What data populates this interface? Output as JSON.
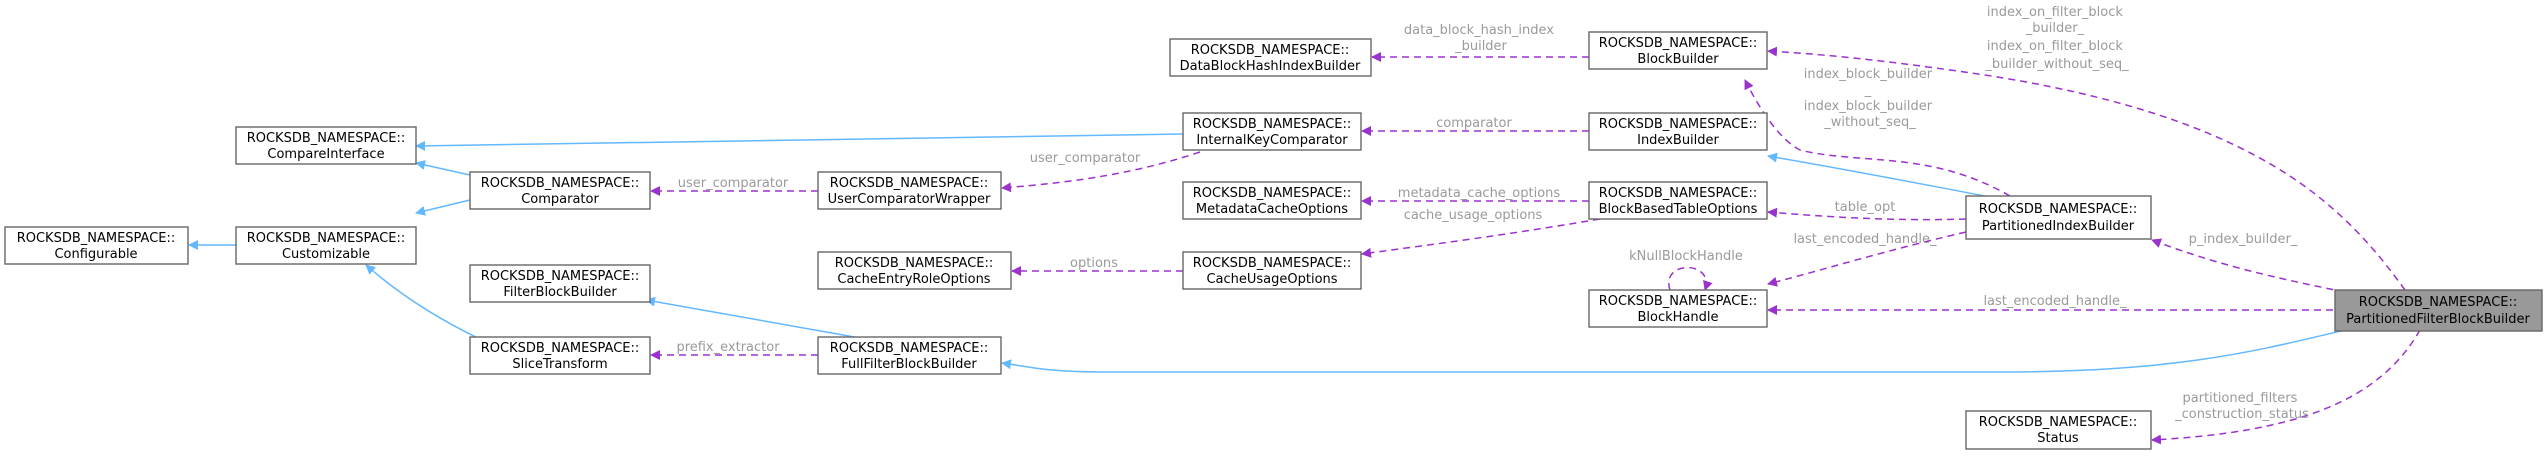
{
  "colors": {
    "inheritance": "#63b8ff",
    "usage": "#9a32cd",
    "label": "#9a9a9a",
    "highlight_fill": "#999999"
  },
  "nodes": {
    "configurable": [
      "ROCKSDB_NAMESPACE::",
      "Configurable"
    ],
    "customizable": [
      "ROCKSDB_NAMESPACE::",
      "Customizable"
    ],
    "compare_interface": [
      "ROCKSDB_NAMESPACE::",
      "CompareInterface"
    ],
    "comparator": [
      "ROCKSDB_NAMESPACE::",
      "Comparator"
    ],
    "filter_block_builder": [
      "ROCKSDB_NAMESPACE::",
      "FilterBlockBuilder"
    ],
    "slice_transform": [
      "ROCKSDB_NAMESPACE::",
      "SliceTransform"
    ],
    "user_comparator_wrapper": [
      "ROCKSDB_NAMESPACE::",
      "UserComparatorWrapper"
    ],
    "cache_entry_role_options": [
      "ROCKSDB_NAMESPACE::",
      "CacheEntryRoleOptions"
    ],
    "full_filter_block_builder": [
      "ROCKSDB_NAMESPACE::",
      "FullFilterBlockBuilder"
    ],
    "data_block_hash_index_builder": [
      "ROCKSDB_NAMESPACE::",
      "DataBlockHashIndexBuilder"
    ],
    "internal_key_comparator": [
      "ROCKSDB_NAMESPACE::",
      "InternalKeyComparator"
    ],
    "metadata_cache_options": [
      "ROCKSDB_NAMESPACE::",
      "MetadataCacheOptions"
    ],
    "cache_usage_options": [
      "ROCKSDB_NAMESPACE::",
      "CacheUsageOptions"
    ],
    "block_builder": [
      "ROCKSDB_NAMESPACE::",
      "BlockBuilder"
    ],
    "index_builder": [
      "ROCKSDB_NAMESPACE::",
      "IndexBuilder"
    ],
    "block_based_table_options": [
      "ROCKSDB_NAMESPACE::",
      "BlockBasedTableOptions"
    ],
    "block_handle": [
      "ROCKSDB_NAMESPACE::",
      "BlockHandle"
    ],
    "partitioned_index_builder": [
      "ROCKSDB_NAMESPACE::",
      "PartitionedIndexBuilder"
    ],
    "status": [
      "ROCKSDB_NAMESPACE::",
      "Status"
    ],
    "partitioned_filter_block_builder": [
      "ROCKSDB_NAMESPACE::",
      "PartitionedFilterBlockBuilder"
    ]
  },
  "labels": {
    "data_block_hash_index_builder": [
      "data_block_hash_index",
      "_builder"
    ],
    "comparator": [
      "comparator"
    ],
    "user_comparator": [
      "user_comparator"
    ],
    "user_comparator2": [
      "user_comparator"
    ],
    "metadata_cache_options": [
      "metadata_cache_options"
    ],
    "cache_usage_options": [
      "cache_usage_options"
    ],
    "options": [
      "options"
    ],
    "prefix_extractor": [
      "prefix_extractor"
    ],
    "index_block_builder": [
      "index_block_builder",
      "_",
      "index_block_builder",
      "_without_seq_"
    ],
    "table_opt": [
      "table_opt"
    ],
    "k_null_block_handle": [
      "kNullBlockHandle"
    ],
    "last_encoded_handle_pib": [
      "last_encoded_handle_"
    ],
    "index_on_filter_block_builder": [
      "index_on_filter_block",
      "_builder_",
      "index_on_filter_block",
      "_builder_without_seq_"
    ],
    "p_index_builder": [
      "p_index_builder_"
    ],
    "last_encoded_handle_pfbb": [
      "last_encoded_handle_"
    ],
    "partitioned_filters_construction_status": [
      "partitioned_filters",
      "_construction_status"
    ]
  }
}
